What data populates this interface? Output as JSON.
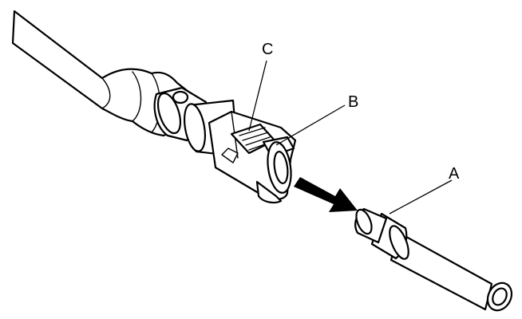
{
  "diagram": {
    "callouts": {
      "a": "A",
      "b": "B",
      "c": "C"
    },
    "colors": {
      "line": "#000000",
      "background": "#ffffff"
    },
    "icons": [
      "arrow-icon"
    ]
  }
}
